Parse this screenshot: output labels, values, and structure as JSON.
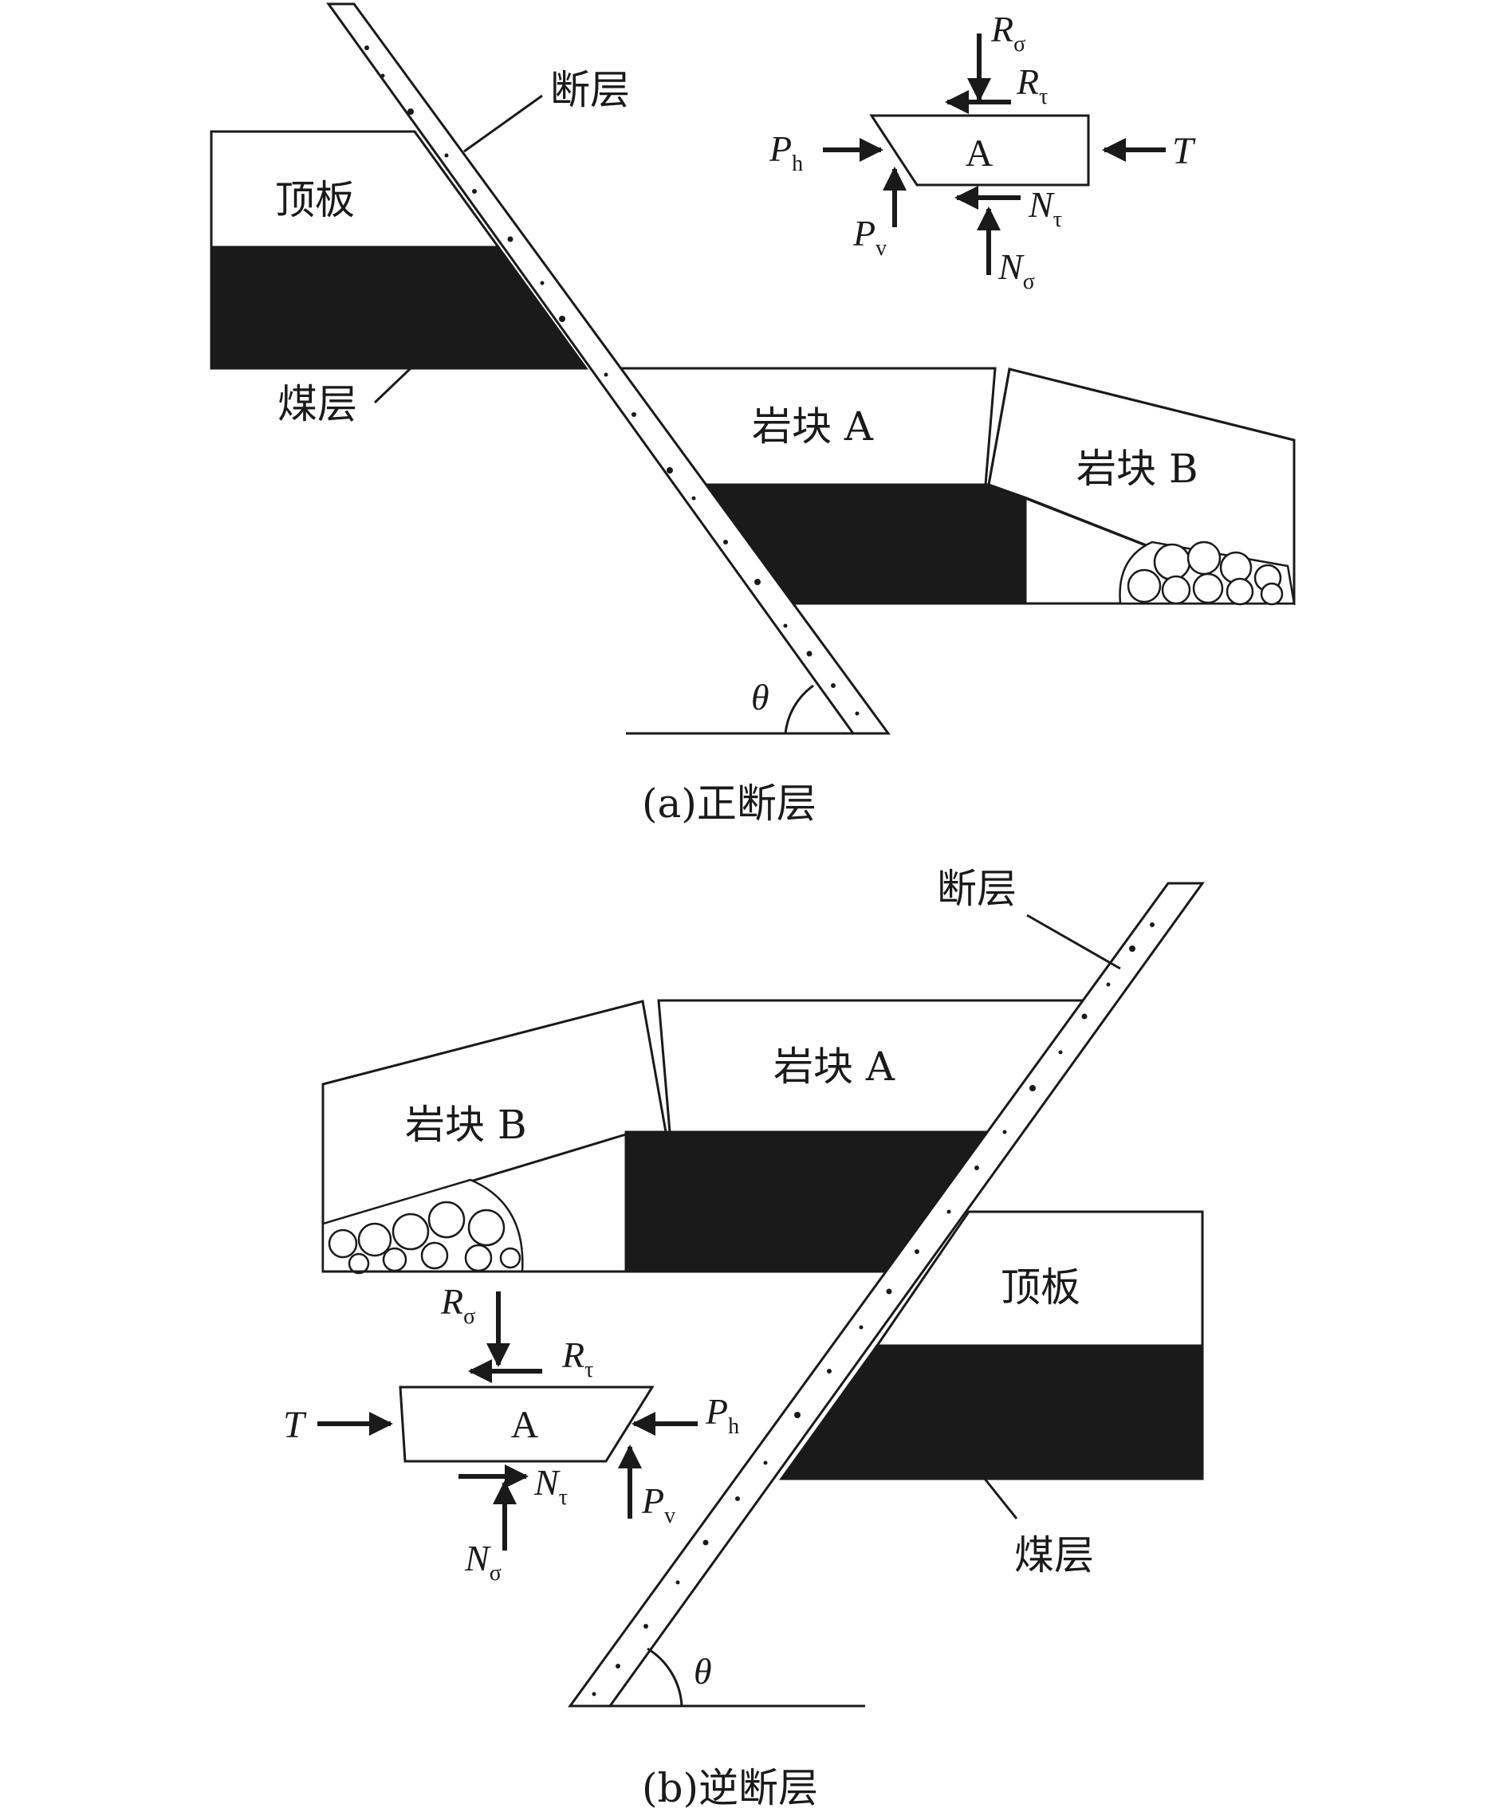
{
  "figure": {
    "panel_a": {
      "caption": "(a)正断层",
      "fault_label": "断层",
      "roof_label": "顶板",
      "coal_label": "煤层",
      "block_a_label": "岩块 A",
      "block_b_label": "岩块 B",
      "angle_symbol": "θ",
      "free_body": {
        "block": "A",
        "R_sigma": {
          "main": "R",
          "sub": "σ"
        },
        "R_tau": {
          "main": "R",
          "sub": "τ"
        },
        "P_h": {
          "main": "P",
          "sub": "h"
        },
        "P_v": {
          "main": "P",
          "sub": "v"
        },
        "T": "T",
        "N_tau": {
          "main": "N",
          "sub": "τ"
        },
        "N_sigma": {
          "main": "N",
          "sub": "σ"
        }
      }
    },
    "panel_b": {
      "caption": "(b)逆断层",
      "fault_label": "断层",
      "roof_label": "顶板",
      "coal_label": "煤层",
      "block_a_label": "岩块 A",
      "block_b_label": "岩块 B",
      "angle_symbol": "θ",
      "free_body": {
        "block": "A",
        "R_sigma": {
          "main": "R",
          "sub": "σ"
        },
        "R_tau": {
          "main": "R",
          "sub": "τ"
        },
        "P_h": {
          "main": "P",
          "sub": "h"
        },
        "P_v": {
          "main": "P",
          "sub": "v"
        },
        "T": "T",
        "N_tau": {
          "main": "N",
          "sub": "τ"
        },
        "N_sigma": {
          "main": "N",
          "sub": "σ"
        }
      }
    },
    "colors": {
      "line": "#1a1a1a",
      "coal": "#1a1a1a",
      "background": "#ffffff"
    }
  }
}
